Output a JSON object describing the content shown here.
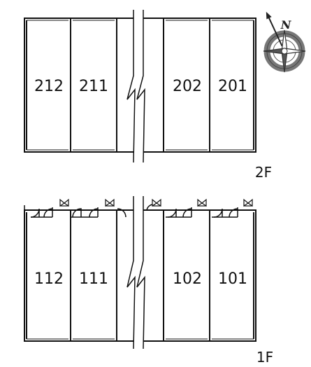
{
  "compass": {
    "north_label": "N",
    "icon": "compass-rose-icon"
  },
  "floors": [
    {
      "label": "2F",
      "units": [
        {
          "id": "212"
        },
        {
          "id": "211"
        },
        {
          "id": "202"
        },
        {
          "id": "201"
        }
      ]
    },
    {
      "label": "1F",
      "units": [
        {
          "id": "112"
        },
        {
          "id": "111"
        },
        {
          "id": "102"
        },
        {
          "id": "101"
        }
      ]
    }
  ],
  "colors": {
    "wall": "#111111",
    "compass_ring": "#808080",
    "compass_bg": "#ffffff"
  }
}
